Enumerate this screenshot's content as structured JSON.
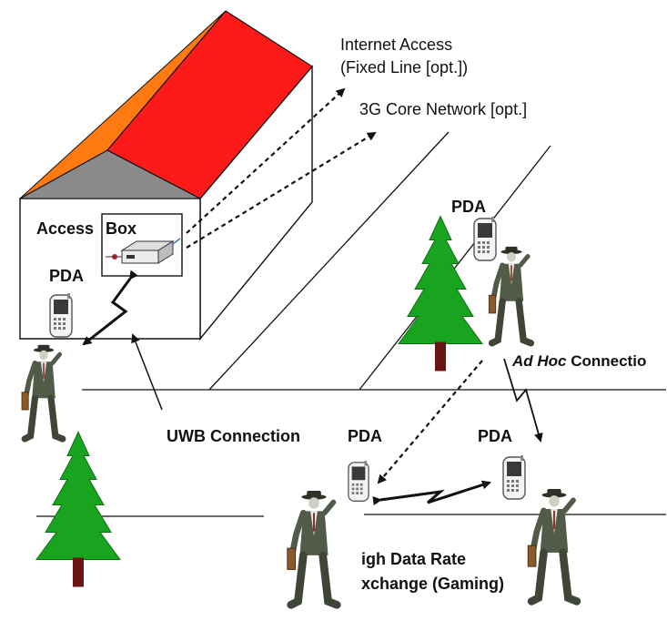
{
  "labels": {
    "internet_access": "Internet Access",
    "fixed_line": "(Fixed Line [opt.])",
    "core_network": "3G Core Network [opt.]",
    "access": "Access",
    "box": "Box",
    "pda_house": "PDA",
    "pda_top": "PDA",
    "adhoc_italic": "Ad Hoc",
    "adhoc_rest": " Connectio",
    "uwb": "UWB Connection",
    "pda_mid_left": "PDA",
    "pda_mid_right": "PDA",
    "high_data_rate": "igh Data Rate",
    "exchange": "xchange (Gaming)"
  },
  "colors": {
    "roof_red": "#ff1a1a",
    "roof_orange": "#ff7a10",
    "gable_gray": "#8a8a8a",
    "tree_green": "#19a41f",
    "trunk": "#6b1414"
  }
}
